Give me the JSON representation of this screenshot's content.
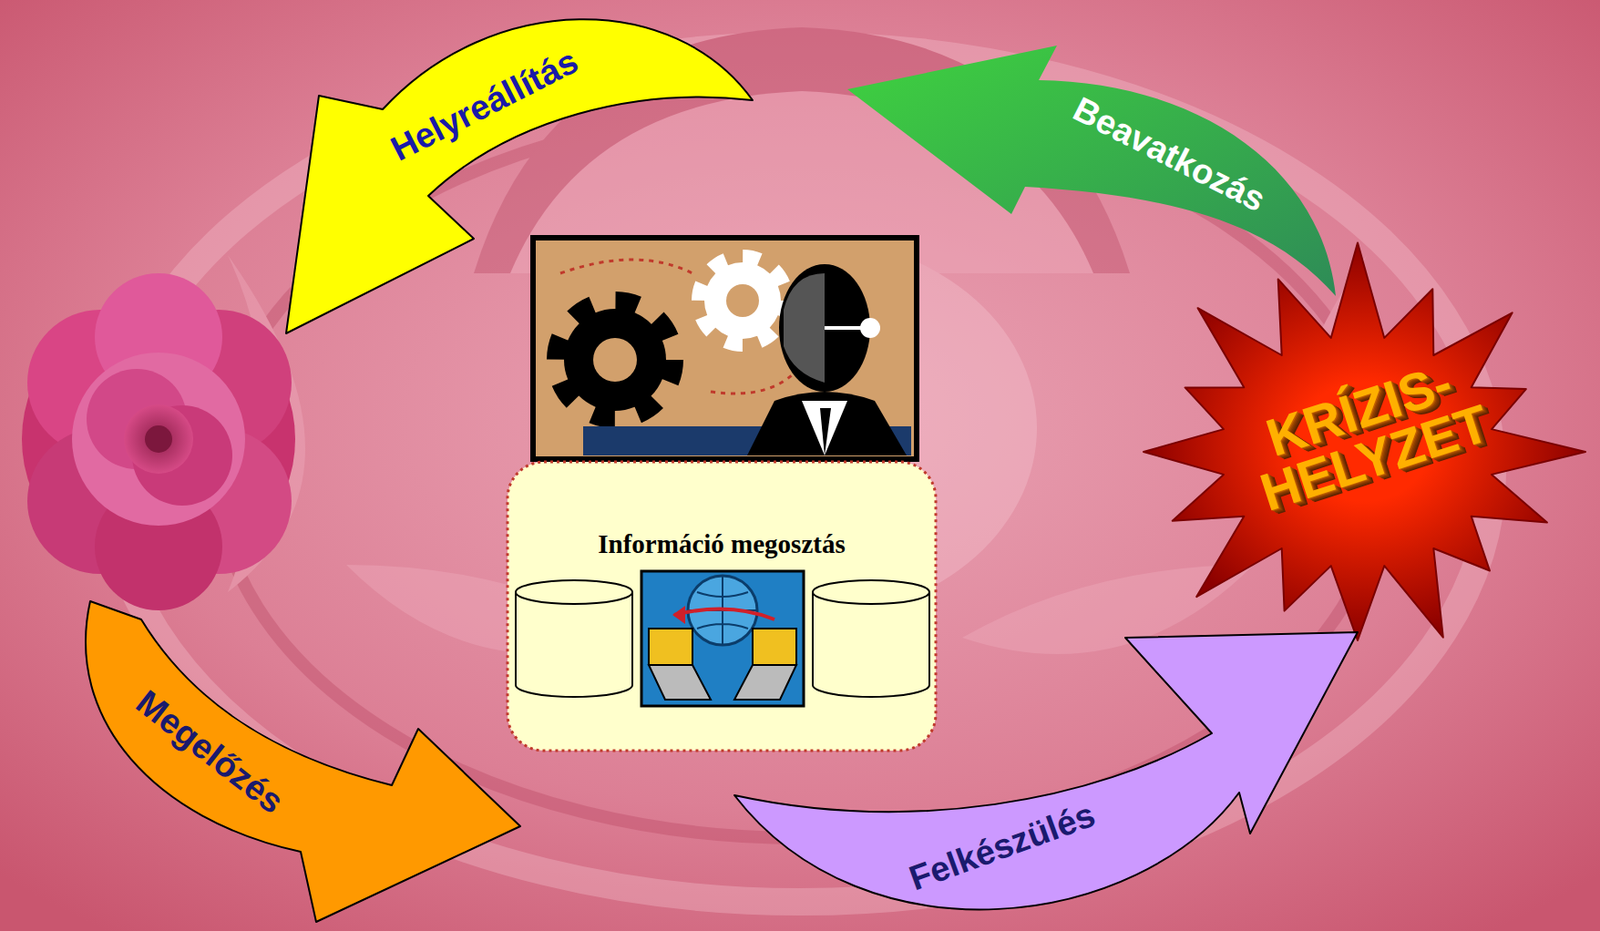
{
  "diagram": {
    "nodes": [
      {
        "text": [
          "Helyreállítás"
        ]
      },
      {
        "text": [
          "Beavatkozás"
        ]
      },
      {
        "text": [
          "KRÍZIS- HELYZET"
        ]
      },
      {
        "text": [
          "Információ megosztás"
        ]
      },
      {
        "text": [
          "Megelőzés"
        ]
      },
      {
        "text": [
          "Felkészülés"
        ]
      }
    ]
  }
}
